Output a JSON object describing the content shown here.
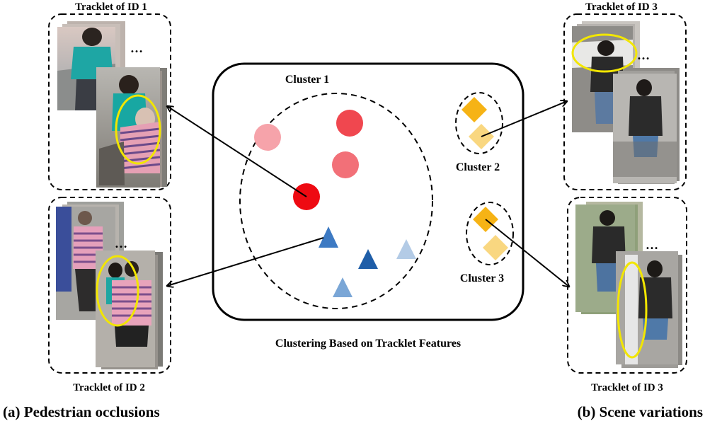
{
  "tracklets": {
    "id1_top": "Tracklet  of ID 1",
    "id2_bottom": "Tracklet  of ID 2",
    "id3_top": "Tracklet  of ID 3",
    "id3_bottom": "Tracklet  of ID 3"
  },
  "clusters": {
    "c1": "Cluster 1",
    "c2": "Cluster 2",
    "c3": "Cluster 3",
    "caption": "Clustering Based on  Tracklet  Features"
  },
  "subfigures": {
    "a": "(a) Pedestrian occlusions",
    "b": "(b) Scene variations"
  },
  "ellipsis": "…",
  "colors": {
    "red_strong": "#ee0a12",
    "red_mid": "#f0474f",
    "red_soft": "#f27078",
    "red_light": "#f6a3aa",
    "blue_dark": "#1f5ea8",
    "blue_mid": "#3d7ac3",
    "blue_soft": "#7aa6d6",
    "blue_light": "#b3cbe6",
    "gold": "#f6b315",
    "gold_light": "#f9d780",
    "highlight": "#f2e600"
  }
}
